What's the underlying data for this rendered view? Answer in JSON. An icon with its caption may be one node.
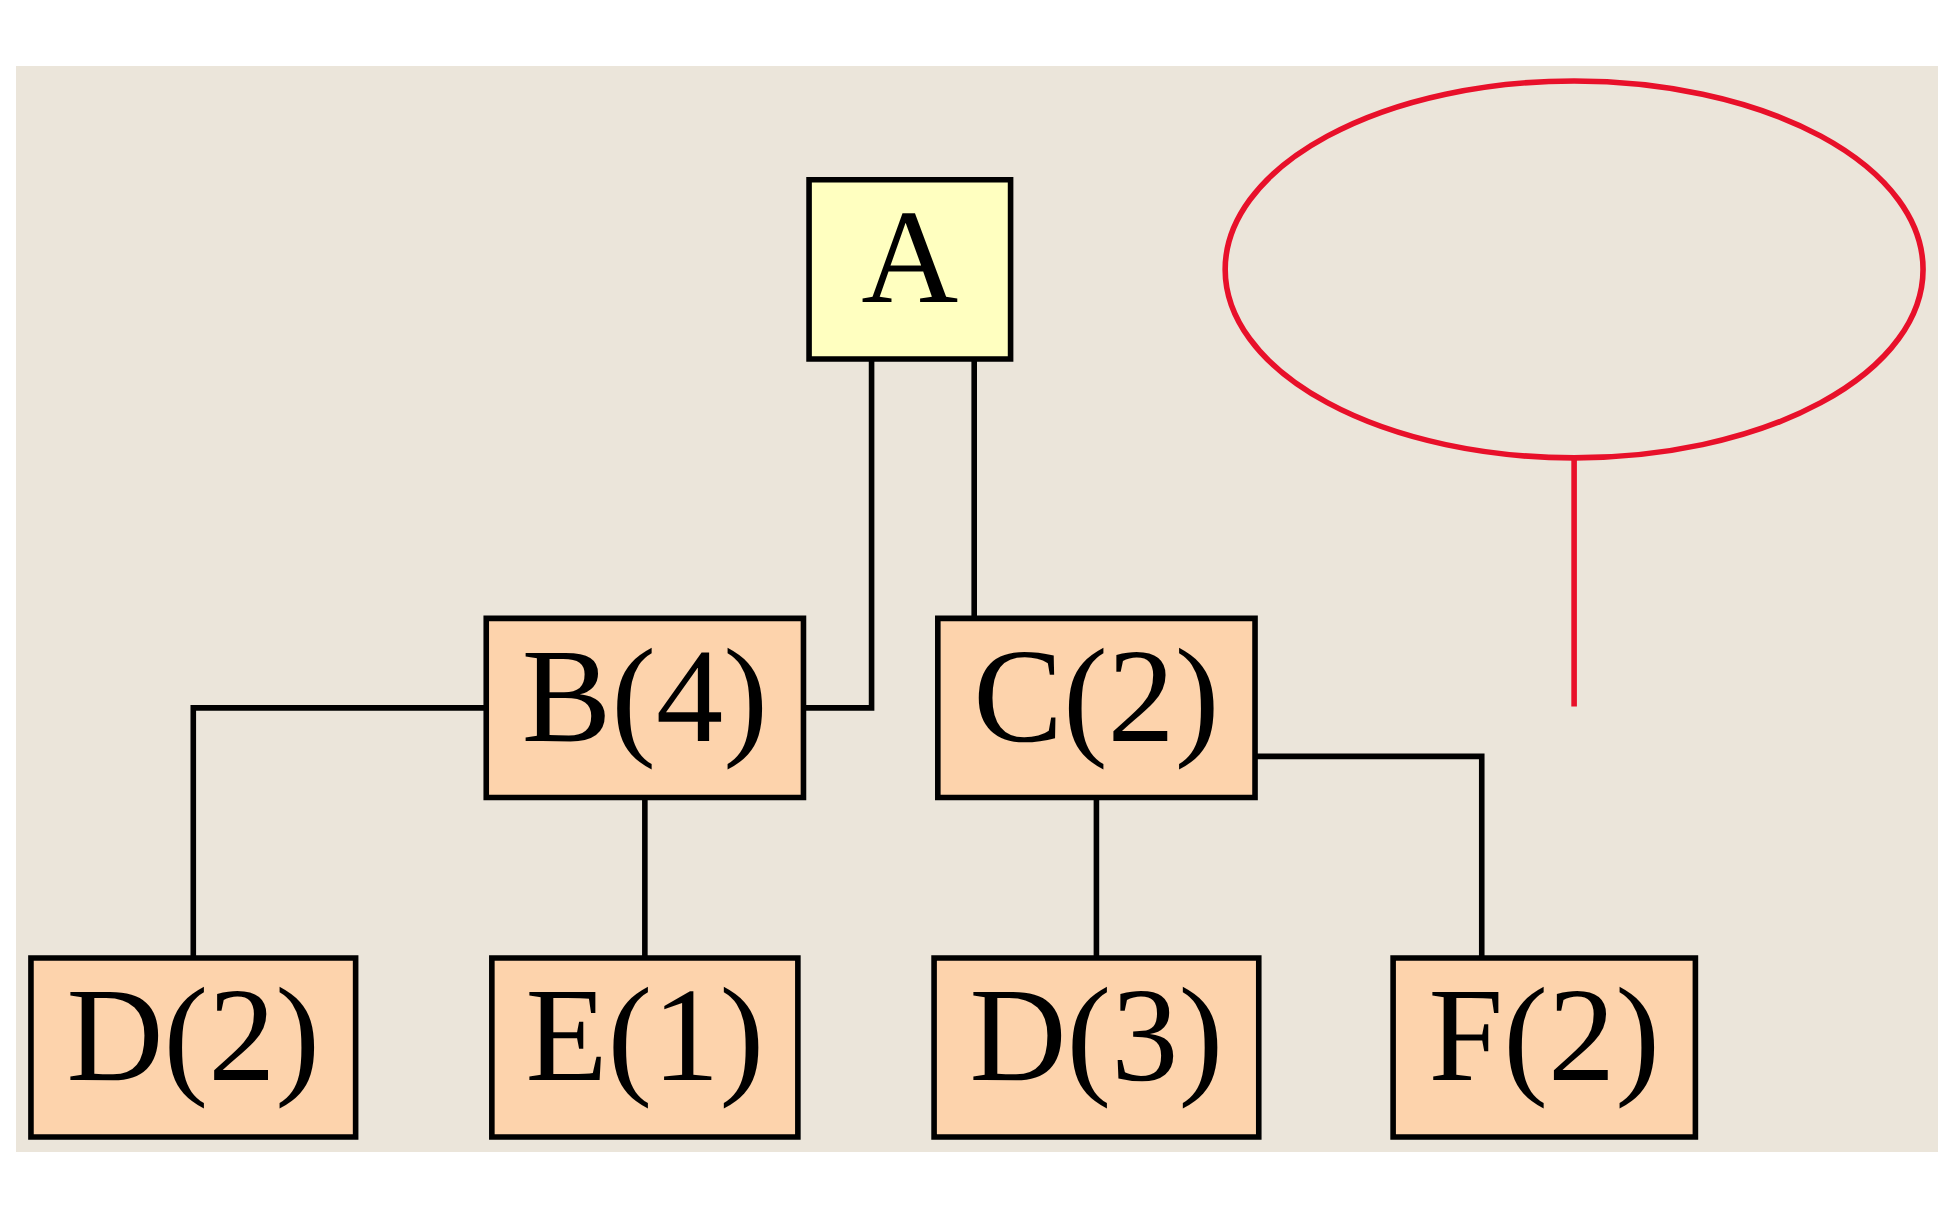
{
  "diagram": {
    "nodes": [
      {
        "text": [
          "A"
        ]
      },
      {
        "text": [
          "B(4)"
        ]
      },
      {
        "text": [
          "C(2)"
        ]
      },
      {
        "text": [
          "D(2)"
        ]
      },
      {
        "text": [
          "E(1)"
        ]
      },
      {
        "text": [
          "D(3)"
        ]
      },
      {
        "text": [
          "F(2)"
        ]
      },
      {
        "text": [],
        "shape": "ellipse"
      }
    ],
    "edges": [
      {
        "from": 0,
        "to": 1,
        "arrow": "none"
      },
      {
        "from": 0,
        "to": 2,
        "arrow": "none"
      },
      {
        "from": 1,
        "to": 3,
        "arrow": "none"
      },
      {
        "from": 1,
        "to": 4,
        "arrow": "none"
      },
      {
        "from": 2,
        "to": 5,
        "arrow": "none"
      },
      {
        "from": 2,
        "to": 6,
        "arrow": "none"
      },
      {
        "from": 7,
        "to": null,
        "arrow": "none",
        "color": "#e8102a"
      }
    ]
  }
}
